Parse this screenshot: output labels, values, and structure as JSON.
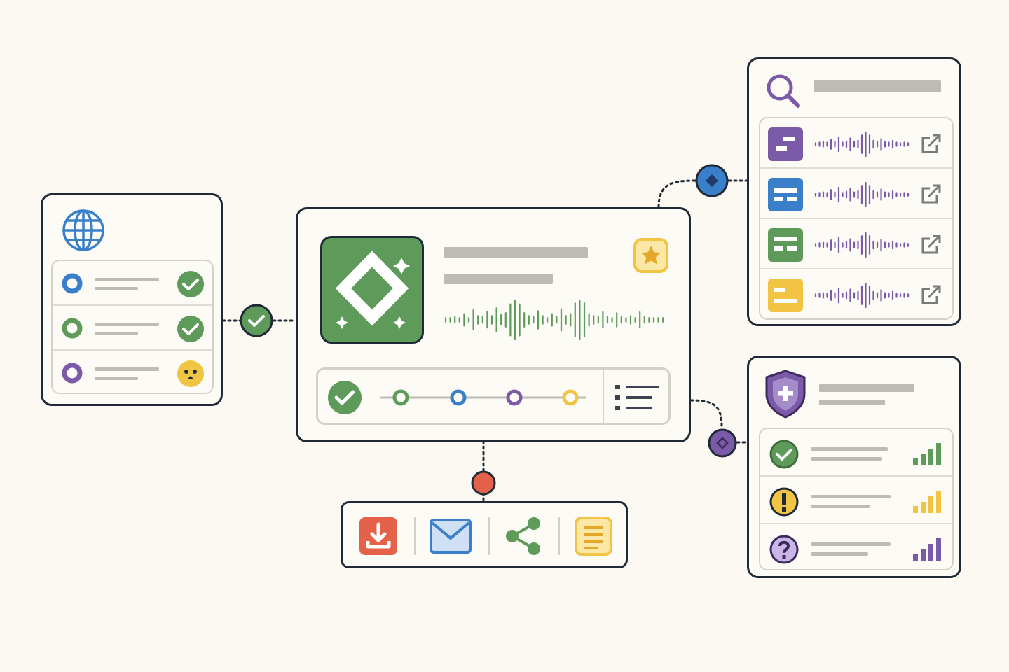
{
  "colors": {
    "background": "#fcf9f2",
    "outline": "#1f2a36",
    "green": "#5e9a5a",
    "blue": "#3a7fc9",
    "purple": "#7b5aa8",
    "yellow": "#f1c443",
    "red": "#e4614a",
    "gray_line": "#bdbbb6"
  },
  "left_panel": {
    "header_icon": "globe-icon",
    "items": [
      {
        "marker": "blue-ring",
        "status": "check-circle-icon"
      },
      {
        "marker": "green-ring",
        "status": "check-circle-icon"
      },
      {
        "marker": "purple-ring",
        "status": "warning-face-icon"
      }
    ]
  },
  "center_card": {
    "app_icon": "diamond-sparkle-app-icon",
    "favorite_icon": "star-badge-icon",
    "waveform_color": "#5e9a5a",
    "progress": {
      "status_icon": "check-circle-icon",
      "steps": [
        "green",
        "blue",
        "purple",
        "yellow"
      ],
      "menu_icon": "list-icon"
    }
  },
  "search_panel": {
    "search_icon": "magnifier-icon",
    "items": [
      {
        "thumb": "purple-card-icon",
        "action": "external-link-icon"
      },
      {
        "thumb": "blue-card-icon",
        "action": "external-link-icon"
      },
      {
        "thumb": "green-card-icon",
        "action": "external-link-icon"
      },
      {
        "thumb": "yellow-card-icon",
        "action": "external-link-icon"
      }
    ]
  },
  "security_panel": {
    "shield_icon": "shield-plus-icon",
    "items": [
      {
        "status": "check-circle-icon",
        "signal_color": "#5e9a5a"
      },
      {
        "status": "exclamation-circle-icon",
        "signal_color": "#f1c443"
      },
      {
        "status": "question-circle-icon",
        "signal_color": "#7b5aa8"
      }
    ]
  },
  "action_bar": {
    "actions": [
      "download-icon",
      "mail-icon",
      "share-icon",
      "notes-icon"
    ]
  },
  "connectors": {
    "left_node": "check-node",
    "top_right_node": "blue-node",
    "bottom_right_node": "purple-node",
    "bottom_node": "red-node"
  }
}
